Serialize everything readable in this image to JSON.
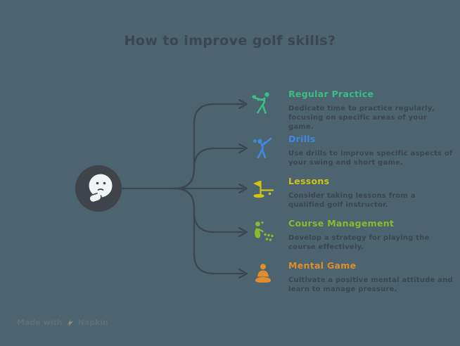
{
  "title": "How to improve golf skills?",
  "colors": {
    "background": "#4C6370",
    "ink": "#3B4750",
    "node_fill": "#3E4449",
    "face": "#F2F3F4",
    "footer_text": "#5E6E76",
    "logo": "#8F9464"
  },
  "center": {
    "icon": "thinking-face-icon"
  },
  "items": [
    {
      "label": "Regular Practice",
      "color": "#3DBD82",
      "icon": "golfer-swing-icon",
      "description": "Dedicate time to practice regularly,\nfocusing on specific areas of your\ngame."
    },
    {
      "label": "Drills",
      "color": "#4289DB",
      "icon": "golf-drill-swing-icon",
      "description": "Use drills to improve specific aspects of\nyour swing and short game."
    },
    {
      "label": "Lessons",
      "color": "#D0C414",
      "icon": "golf-flag-icon",
      "description": "Consider taking lessons from a\nqualified golf instructor."
    },
    {
      "label": "Course Management",
      "color": "#8ABA2D",
      "icon": "course-strategy-icon",
      "description": "Develop a strategy for playing the\ncourse effectively."
    },
    {
      "label": "Mental Game",
      "color": "#E18D2D",
      "icon": "meditation-icon",
      "description": "Cultivate a positive mental attitude and\nlearn to manage pressure."
    }
  ],
  "footer": {
    "prefix": "Made with",
    "brand": "Napkin",
    "icon": "napkin-logo-icon"
  }
}
